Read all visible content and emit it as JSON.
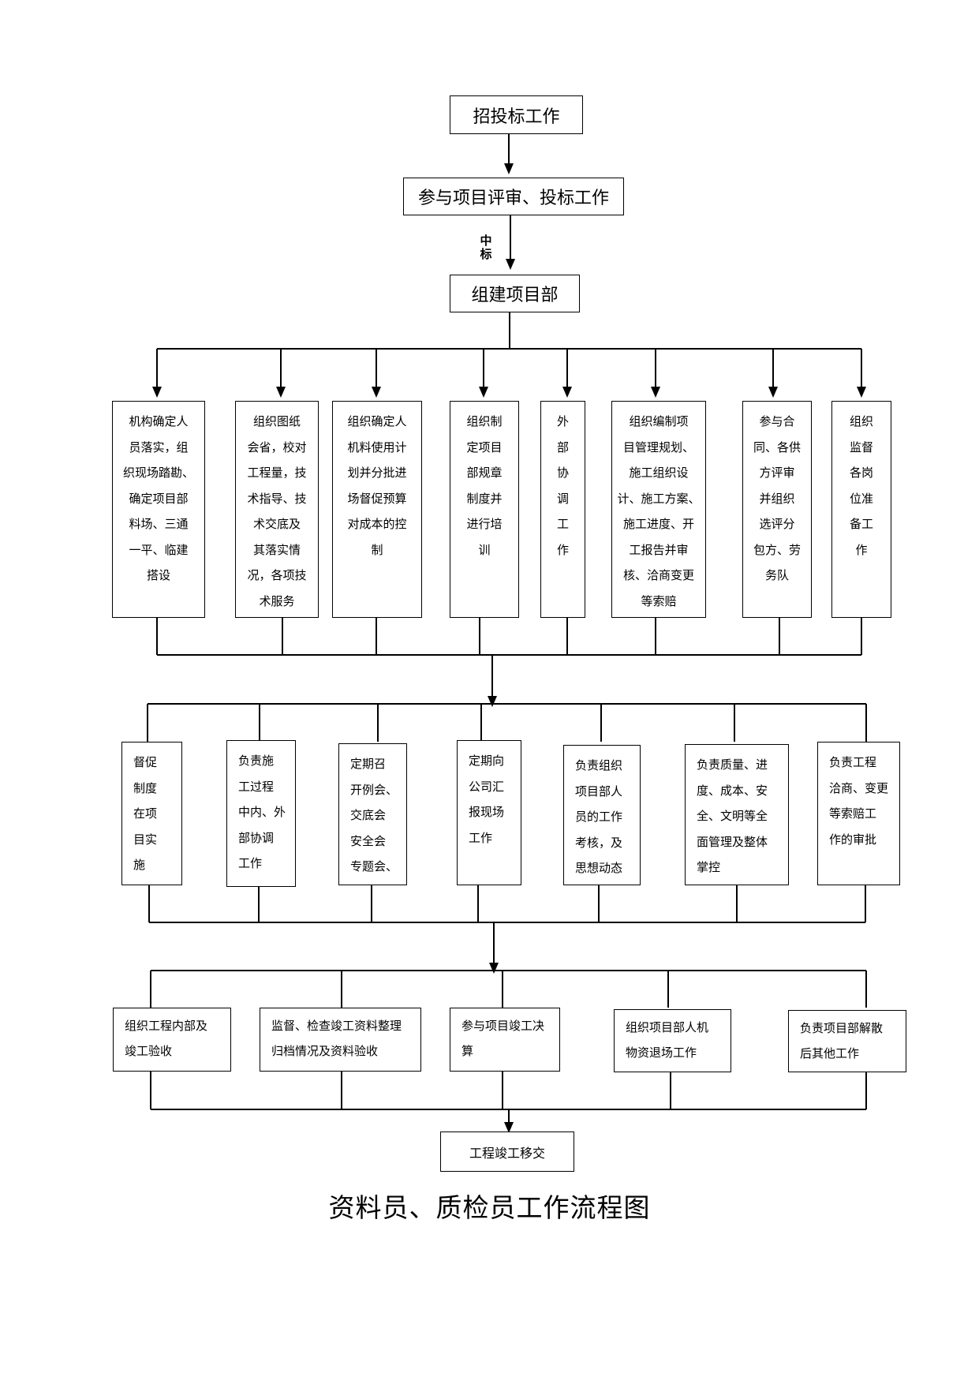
{
  "diagram": {
    "title": "资料员、质检员工作流程图",
    "edge_label": "中\n标",
    "stage1": "招投标工作",
    "stage2": "参与项目评审、投标工作",
    "stage3": "组建项目部",
    "tier1": [
      "机构确定人\n员落实，组\n织现场踏勘、\n确定项目部\n料场、三通\n一平、临建\n搭设",
      "组织图纸\n会省，校对\n工程量，技\n术指导、技\n术交底及\n其落实情\n况，各项技\n术服务",
      "组织确定人\n机料使用计\n划并分批进\n场督促预算\n对成本的控\n制",
      "组织制\n定项目\n部规章\n制度并\n进行培\n训",
      "外\n部\n协\n调\n工\n作",
      "组织编制项\n目管理规划、\n施工组织设\n计、施工方案、\n施工进度、开\n工报告并审\n核、洽商变更\n等索赔",
      "参与合\n同、各供\n方评审\n并组织\n选评分\n包方、劳\n务队",
      "组织\n监督\n各岗\n位准\n备工\n作"
    ],
    "tier2": [
      "督促\n制度\n在项\n目实\n施",
      "负责施\n工过程\n中内、外\n部协调\n工作",
      "定期召\n开例会、\n交底会\n安全会\n专题会、",
      "定期向\n公司汇\n报现场\n工作",
      "负责组织\n项目部人\n员的工作\n考核，及\n思想动态",
      "负责质量、进\n度、成本、安\n全、文明等全\n面管理及整体\n掌控",
      "负责工程\n洽商、变更\n等索赔工\n作的审批"
    ],
    "tier3": [
      "组织工程内部及\n竣工验收",
      "监督、检查竣工资料整理\n归档情况及资料验收",
      "参与项目竣工决\n算",
      "组织项目部人机\n物资退场工作",
      "负责项目部解散\n后其他工作"
    ],
    "final": "工程竣工移交"
  }
}
